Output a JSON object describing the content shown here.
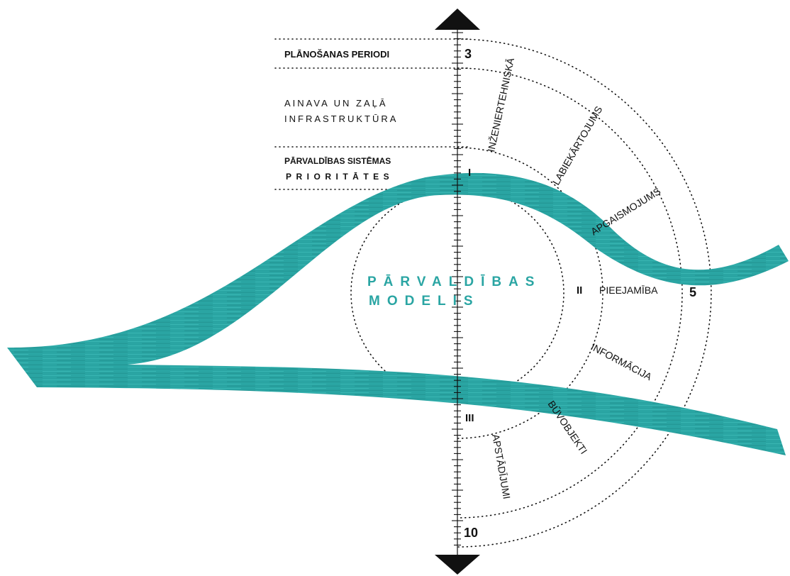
{
  "diagram": {
    "legend": {
      "planning_periods": "PLĀNOŠANAS PERIODI",
      "landscape_line1": "AINAVA UN ZAĻĀ",
      "landscape_line2": "INFRASTRUKTŪRA",
      "priorities_line1": "PĀRVALDĪBAS SISTĒMAS",
      "priorities_line2": "PRIORITĀTES"
    },
    "center_title_line1": "PĀRVALDĪBAS",
    "center_title_line2": "MODELIS",
    "periods": {
      "p3": "3",
      "p5": "5",
      "p10": "10"
    },
    "priority_levels": {
      "i": "I",
      "ii": "II",
      "iii": "III"
    },
    "infrastructure": [
      "INŽENIERTEHNISKĀ",
      "LABIEKĀRTOJUMS",
      "APGAISMOJUMS",
      "PIEEJAMĪBA",
      "INFORMĀCIJA",
      "BŪVOBJEKTI",
      "APSTĀDĪJUMI"
    ],
    "colors": {
      "teal": "#2aa5a3",
      "ink": "#111111"
    }
  }
}
